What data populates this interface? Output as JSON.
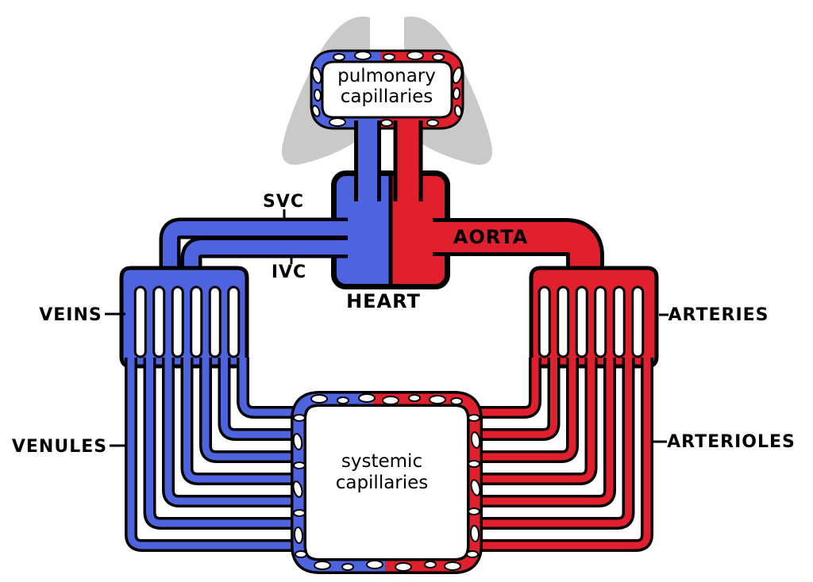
{
  "figure": {
    "type": "circulatory-system-diagram",
    "labels": {
      "pulmonary_capillaries_line1": "pulmonary",
      "pulmonary_capillaries_line2": "capillaries",
      "svc": "SVC",
      "ivc": "IVC",
      "aorta": "AORTA",
      "heart": "HEART",
      "veins": "VEINS",
      "venules": "VENULES",
      "arteries": "ARTERIES",
      "arterioles": "ARTERIOLES",
      "systemic_capillaries_line1": "systemic",
      "systemic_capillaries_line2": "capillaries"
    },
    "colors": {
      "deoxygenated_blue": "#4E63DE",
      "oxygenated_red": "#E0202D",
      "lungs_gray": "#C9C9C9",
      "outline_black": "#000000",
      "background": "#FFFFFF"
    }
  }
}
